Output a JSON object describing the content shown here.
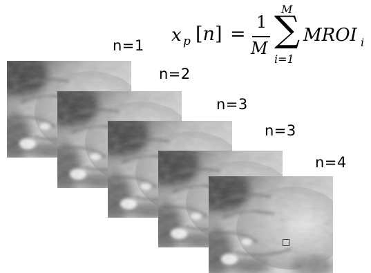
{
  "formula": {
    "lhs_symbol": "x",
    "lhs_subscript": "p",
    "lhs_index": "[n]",
    "equals": "=",
    "fraction_numerator": "1",
    "fraction_denominator": "M",
    "sum_upper": "M",
    "sum_symbol": "∑",
    "sum_lower": "i=1",
    "term": "MROI",
    "term_subscript": "i"
  },
  "frames": [
    {
      "label": "n=1"
    },
    {
      "label": "n=2"
    },
    {
      "label": "n=3"
    },
    {
      "label": "n=3"
    },
    {
      "label": "n=4"
    }
  ],
  "colors": {
    "roi_border": "#3a3a3a",
    "background": "#ffffff"
  }
}
